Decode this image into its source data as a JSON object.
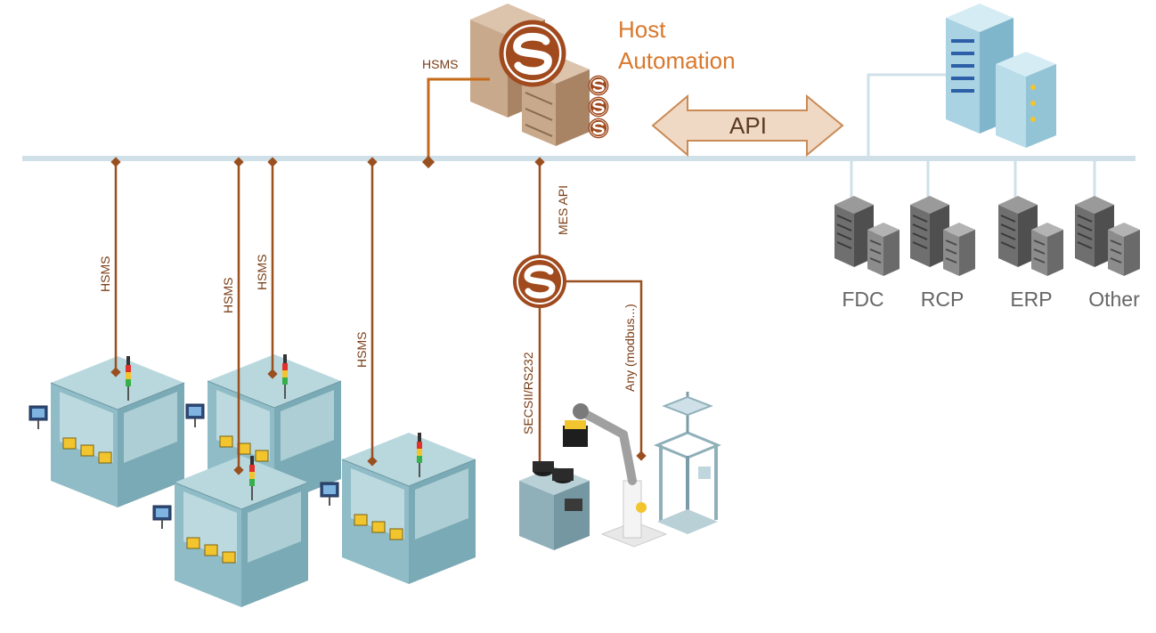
{
  "host": {
    "title_line1": "Host",
    "title_line2": "Automation",
    "link_label": "HSMS"
  },
  "api": {
    "label": "API"
  },
  "systems": [
    {
      "label": "FDC"
    },
    {
      "label": "RCP"
    },
    {
      "label": "ERP"
    },
    {
      "label": "Other"
    }
  ],
  "links": {
    "hsms_1": "HSMS",
    "hsms_2": "HSMS",
    "hsms_3": "HSMS",
    "hsms_4": "HSMS",
    "mes_api": "MES API",
    "secs": "SECSII/RS232",
    "any": "Any (modbus...)"
  },
  "colors": {
    "bus": "#cfe0e8",
    "link": "#9a4f1f",
    "host_link": "#c56a1a",
    "api_fill": "#f0d9c4",
    "api_stroke": "#c98a55",
    "logo": "#a04a1e"
  }
}
